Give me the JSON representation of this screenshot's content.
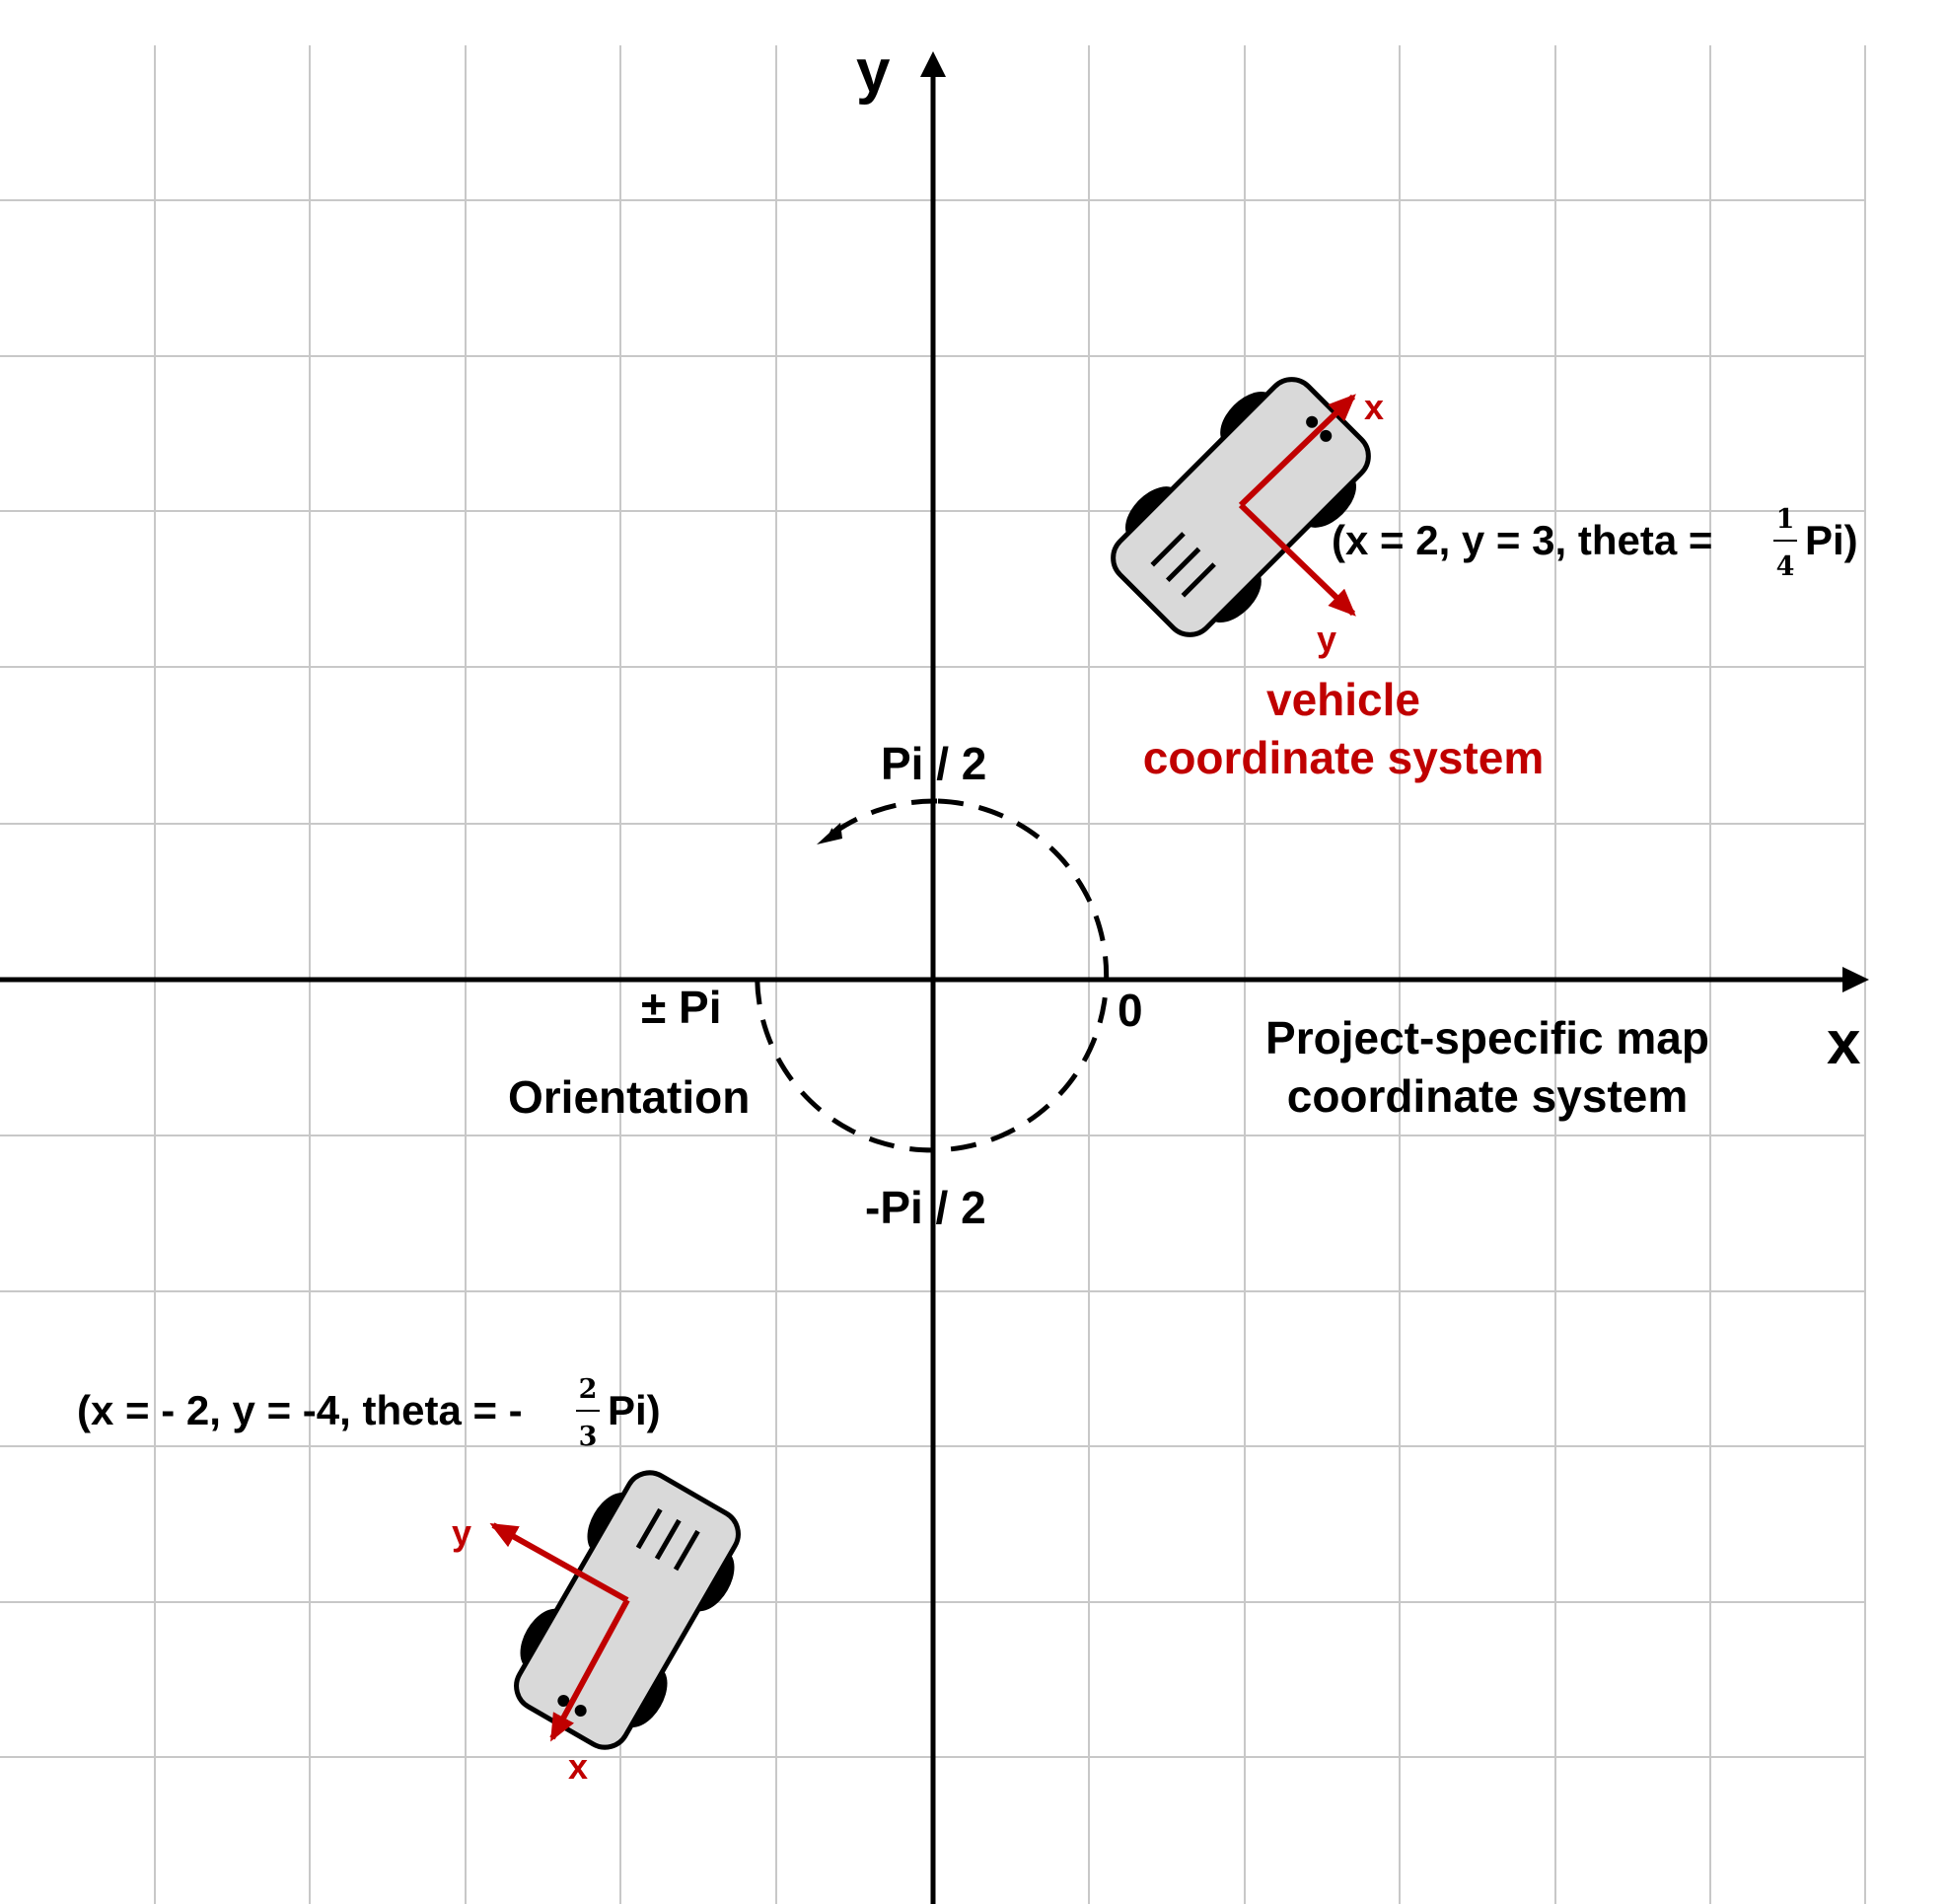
{
  "colors": {
    "grid": "#c8c8c8",
    "axis": "#000000",
    "vehicle_axes": "#c00000",
    "vehicle_body": "#d9d9d9"
  },
  "axes": {
    "x_label": "x",
    "y_label": "y"
  },
  "orientation": {
    "label": "Orientation",
    "top": "Pi / 2",
    "bottom": "-Pi / 2",
    "right": "0",
    "left": "± Pi"
  },
  "map_system": {
    "line1": "Project-specific map",
    "line2": "coordinate system"
  },
  "vehicle_system": {
    "line1": "vehicle",
    "line2": "coordinate system"
  },
  "vehicle1": {
    "pose_prefix": "(x = 2, y = 3, theta =",
    "frac_num": "1",
    "frac_den": "4",
    "pose_suffix": "Pi)",
    "axis_x": "x",
    "axis_y": "y",
    "icon": "car-icon"
  },
  "vehicle2": {
    "pose_prefix": "(x = - 2, y = -4, theta = -",
    "frac_num": "2",
    "frac_den": "3",
    "pose_suffix": "Pi)",
    "axis_x": "x",
    "axis_y": "y",
    "icon": "car-icon"
  }
}
